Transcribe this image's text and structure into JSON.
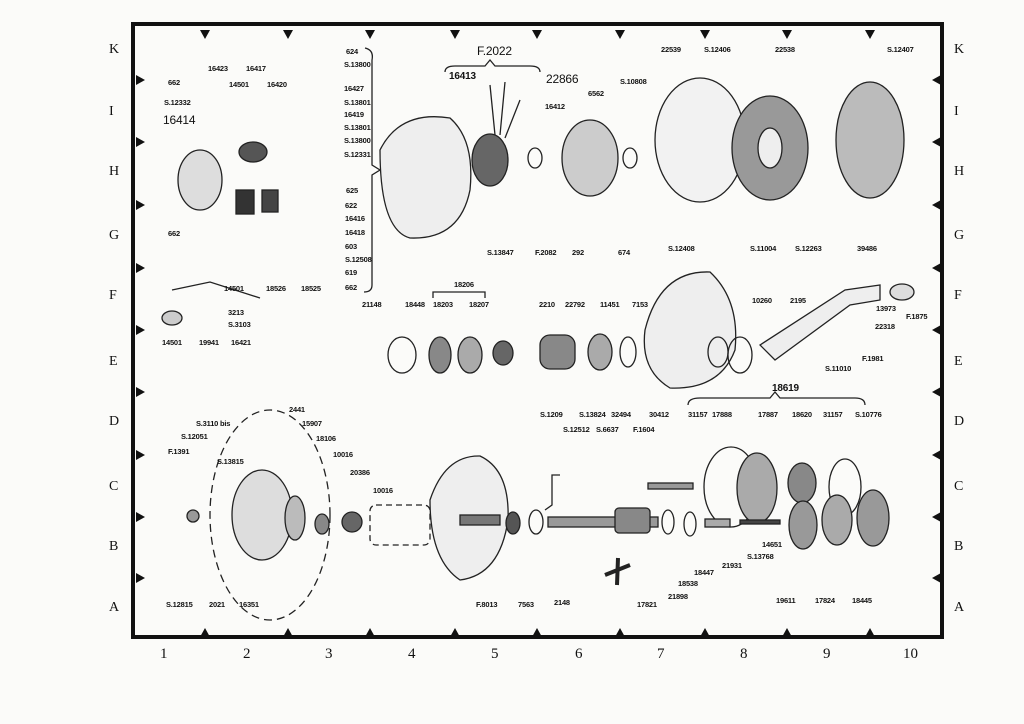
{
  "grid": {
    "rows": [
      "K",
      "I",
      "H",
      "G",
      "F",
      "E",
      "D",
      "C",
      "B",
      "A"
    ],
    "columns": [
      "1",
      "2",
      "3",
      "4",
      "5",
      "6",
      "7",
      "8",
      "9",
      "10"
    ]
  },
  "part_labels": [
    "16423",
    "16417",
    "14501",
    "16420",
    "662",
    "S.12332",
    "16414",
    "624",
    "S.13800",
    "16427",
    "S.13801",
    "16419",
    "S.13801",
    "S.13800",
    "S.12331",
    "625",
    "622",
    "16416",
    "16418",
    "603",
    "S.12508",
    "619",
    "662",
    "662",
    "14501",
    "18526",
    "18525",
    "3213",
    "S.3103",
    "14501",
    "19941",
    "16421",
    "21148",
    "F.2022",
    "16413",
    "22866",
    "16412",
    "6562",
    "S.10808",
    "S.13847",
    "F.2082",
    "292",
    "674",
    "22539",
    "S.12406",
    "22538",
    "S.12407",
    "S.12408",
    "S.11004",
    "S.12263",
    "39486",
    "13973",
    "F.1875",
    "22318",
    "F.1981",
    "S.11010",
    "10260",
    "2195",
    "18206",
    "18448",
    "18203",
    "18207",
    "2210",
    "22792",
    "11451",
    "7153",
    "S.3110 bis",
    "2441",
    "15907",
    "S.12051",
    "18106",
    "F.1391",
    "S.13815",
    "10016",
    "20386",
    "10016",
    "S.12815",
    "2021",
    "16351",
    "F.8013",
    "7563",
    "2148",
    "S.1209",
    "S.13824",
    "32494",
    "30412",
    "S.12512",
    "S.6637",
    "F.1604",
    "18619",
    "31157",
    "17888",
    "17887",
    "18620",
    "31157",
    "S.10776",
    "14651",
    "S.13768",
    "21931",
    "18447",
    "18538",
    "21898",
    "17821",
    "19611",
    "17824",
    "18445"
  ]
}
